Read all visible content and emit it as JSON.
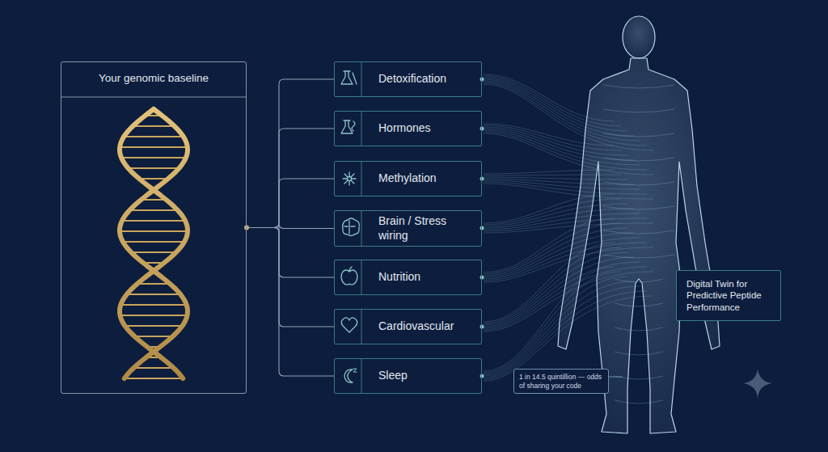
{
  "diagram": {
    "nodes": [
      {
        "text": [
          "Your genomic baseline"
        ]
      },
      {
        "text": [
          "Detoxification"
        ]
      },
      {
        "text": [
          "Hormones"
        ]
      },
      {
        "text": [
          "Methylation"
        ]
      },
      {
        "text": [
          "Brain / Stress wiring"
        ]
      },
      {
        "text": [
          "Nutrition"
        ]
      },
      {
        "text": [
          "Cardiovascular"
        ]
      },
      {
        "text": [
          "Sleep"
        ]
      },
      {
        "text": [
          "Digital Twin for Predictive Peptide Performance"
        ]
      },
      {
        "text": [
          "1 in 14.5 quintillion — odds of sharing your code"
        ]
      }
    ],
    "edges": [
      {
        "from": 0,
        "to": 1,
        "arrow": "none"
      },
      {
        "from": 0,
        "to": 2,
        "arrow": "none"
      },
      {
        "from": 0,
        "to": 3,
        "arrow": "none"
      },
      {
        "from": 0,
        "to": 4,
        "arrow": "none"
      },
      {
        "from": 0,
        "to": 5,
        "arrow": "none"
      },
      {
        "from": 0,
        "to": 6,
        "arrow": "none"
      },
      {
        "from": 0,
        "to": 7,
        "arrow": "none"
      }
    ]
  }
}
